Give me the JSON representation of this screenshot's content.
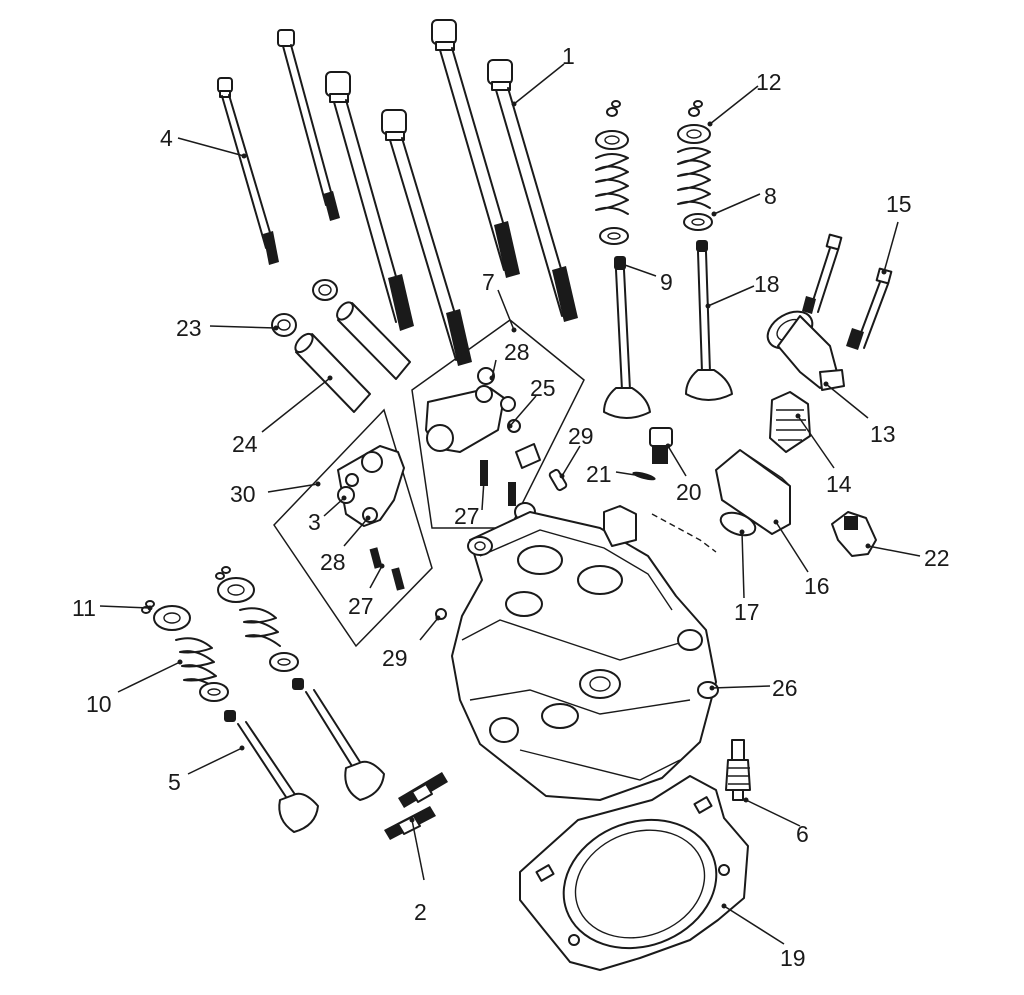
{
  "callouts": {
    "c1": "1",
    "c2": "2",
    "c3": "3",
    "c4": "4",
    "c5": "5",
    "c6": "6",
    "c7": "7",
    "c8": "8",
    "c9": "9",
    "c10": "10",
    "c11": "11",
    "c12": "12",
    "c13": "13",
    "c14": "14",
    "c15": "15",
    "c16": "16",
    "c17": "17",
    "c18": "18",
    "c19": "19",
    "c20": "20",
    "c21": "21",
    "c22": "22",
    "c23": "23",
    "c24": "24",
    "c25": "25",
    "c26": "26",
    "c27a": "27",
    "c27b": "27",
    "c28a": "28",
    "c28b": "28",
    "c29a": "29",
    "c29b": "29",
    "c30": "30"
  }
}
